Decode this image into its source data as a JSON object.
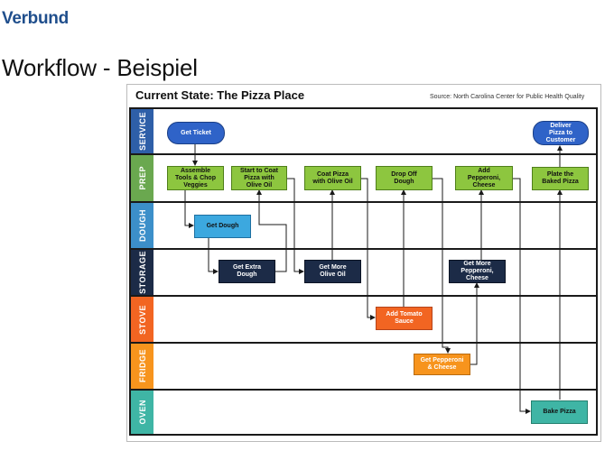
{
  "header": {
    "logo_text": "Verbund",
    "title": "Workflow - Beispiel"
  },
  "diagram": {
    "title": "Current State: The Pizza Place",
    "source": "Source: North Carolina Center for Public Health Quality",
    "lanes": [
      {
        "label": "SERVICE",
        "color": "#2e5fa8"
      },
      {
        "label": "PREP",
        "color": "#6aa84f"
      },
      {
        "label": "DOUGH",
        "color": "#3c8fc9"
      },
      {
        "label": "STORAGE",
        "color": "#1c2b47"
      },
      {
        "label": "STOVE",
        "color": "#f26522"
      },
      {
        "label": "FRIDGE",
        "color": "#f7941d"
      },
      {
        "label": "OVEN",
        "color": "#3fb5a5"
      }
    ],
    "nodes": {
      "get_ticket": [
        "Get Ticket"
      ],
      "deliver": [
        "Deliver",
        "Pizza to",
        "Customer"
      ],
      "assemble": [
        "Assemble",
        "Tools & Chop",
        "Veggies"
      ],
      "start_coat": [
        "Start to Coat",
        "Pizza with",
        "Olive Oil"
      ],
      "coat_pizza": [
        "Coat Pizza",
        "with Olive Oil"
      ],
      "drop_off": [
        "Drop Off",
        "Dough"
      ],
      "add_pepperoni": [
        "Add",
        "Pepperoni,",
        "Cheese"
      ],
      "plate": [
        "Plate the",
        "Baked Pizza"
      ],
      "get_dough": [
        "Get Dough"
      ],
      "get_extra_dough": [
        "Get Extra",
        "Dough"
      ],
      "get_olive_oil": [
        "Get More",
        "Olive Oil"
      ],
      "get_more_pepperoni": [
        "Get More",
        "Pepperoni,",
        "Cheese"
      ],
      "add_tomato": [
        "Add Tomato",
        "Sauce"
      ],
      "get_pepperoni": [
        "Get Pepperoni",
        "& Cheese"
      ],
      "bake": [
        "Bake Pizza"
      ]
    }
  }
}
